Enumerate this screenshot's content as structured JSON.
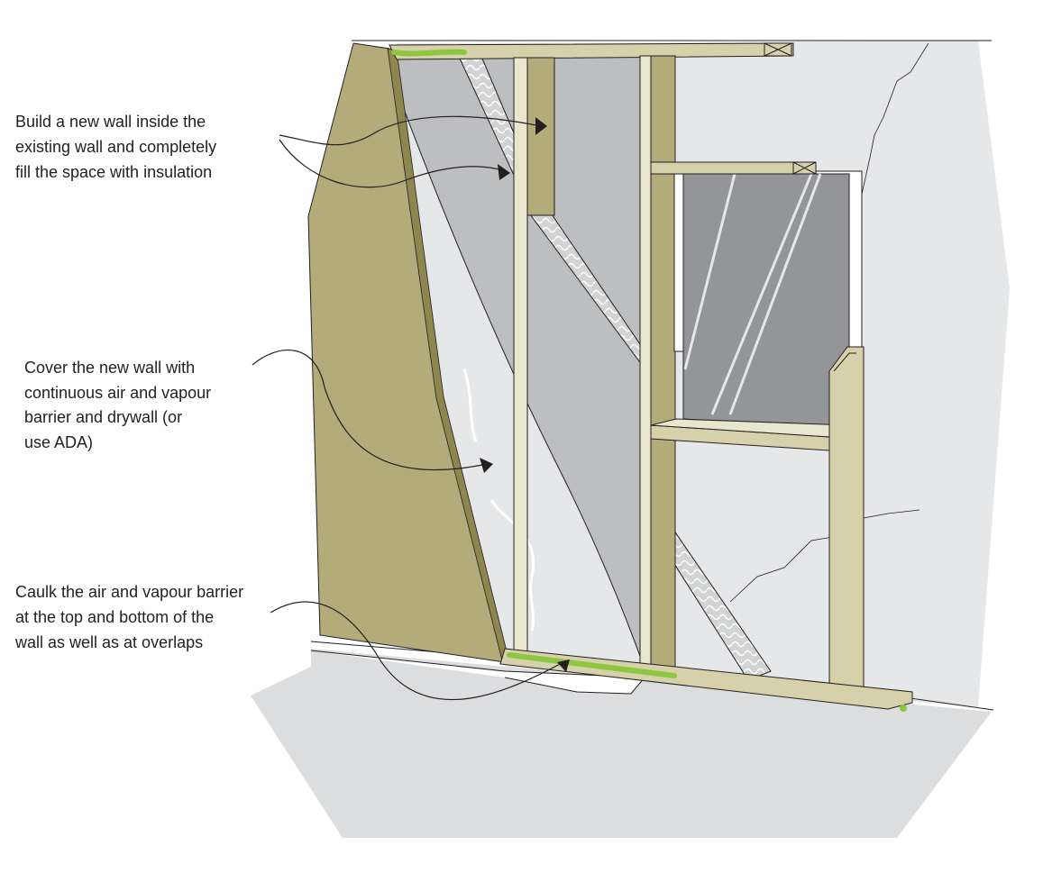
{
  "labels": {
    "new_wall": [
      "Build a new wall inside the",
      "existing wall and completely",
      "fill the space with insulation"
    ],
    "barrier": [
      "Cover the new wall with",
      "continuous air and vapour",
      "barrier and drywall (or",
      "use ADA)"
    ],
    "caulk": [
      "Caulk the air and vapour barrier",
      "at the top and bottom of the",
      "wall as well as at overlaps"
    ]
  },
  "colors": {
    "existing_wall": "#e6e7e8",
    "floor": "#dcddde",
    "drywall": "#b3ab7a",
    "stud": "#d6d1ab",
    "insulation": "#bcbec0",
    "glass": "#939598",
    "caulk": "#8dc63f"
  }
}
